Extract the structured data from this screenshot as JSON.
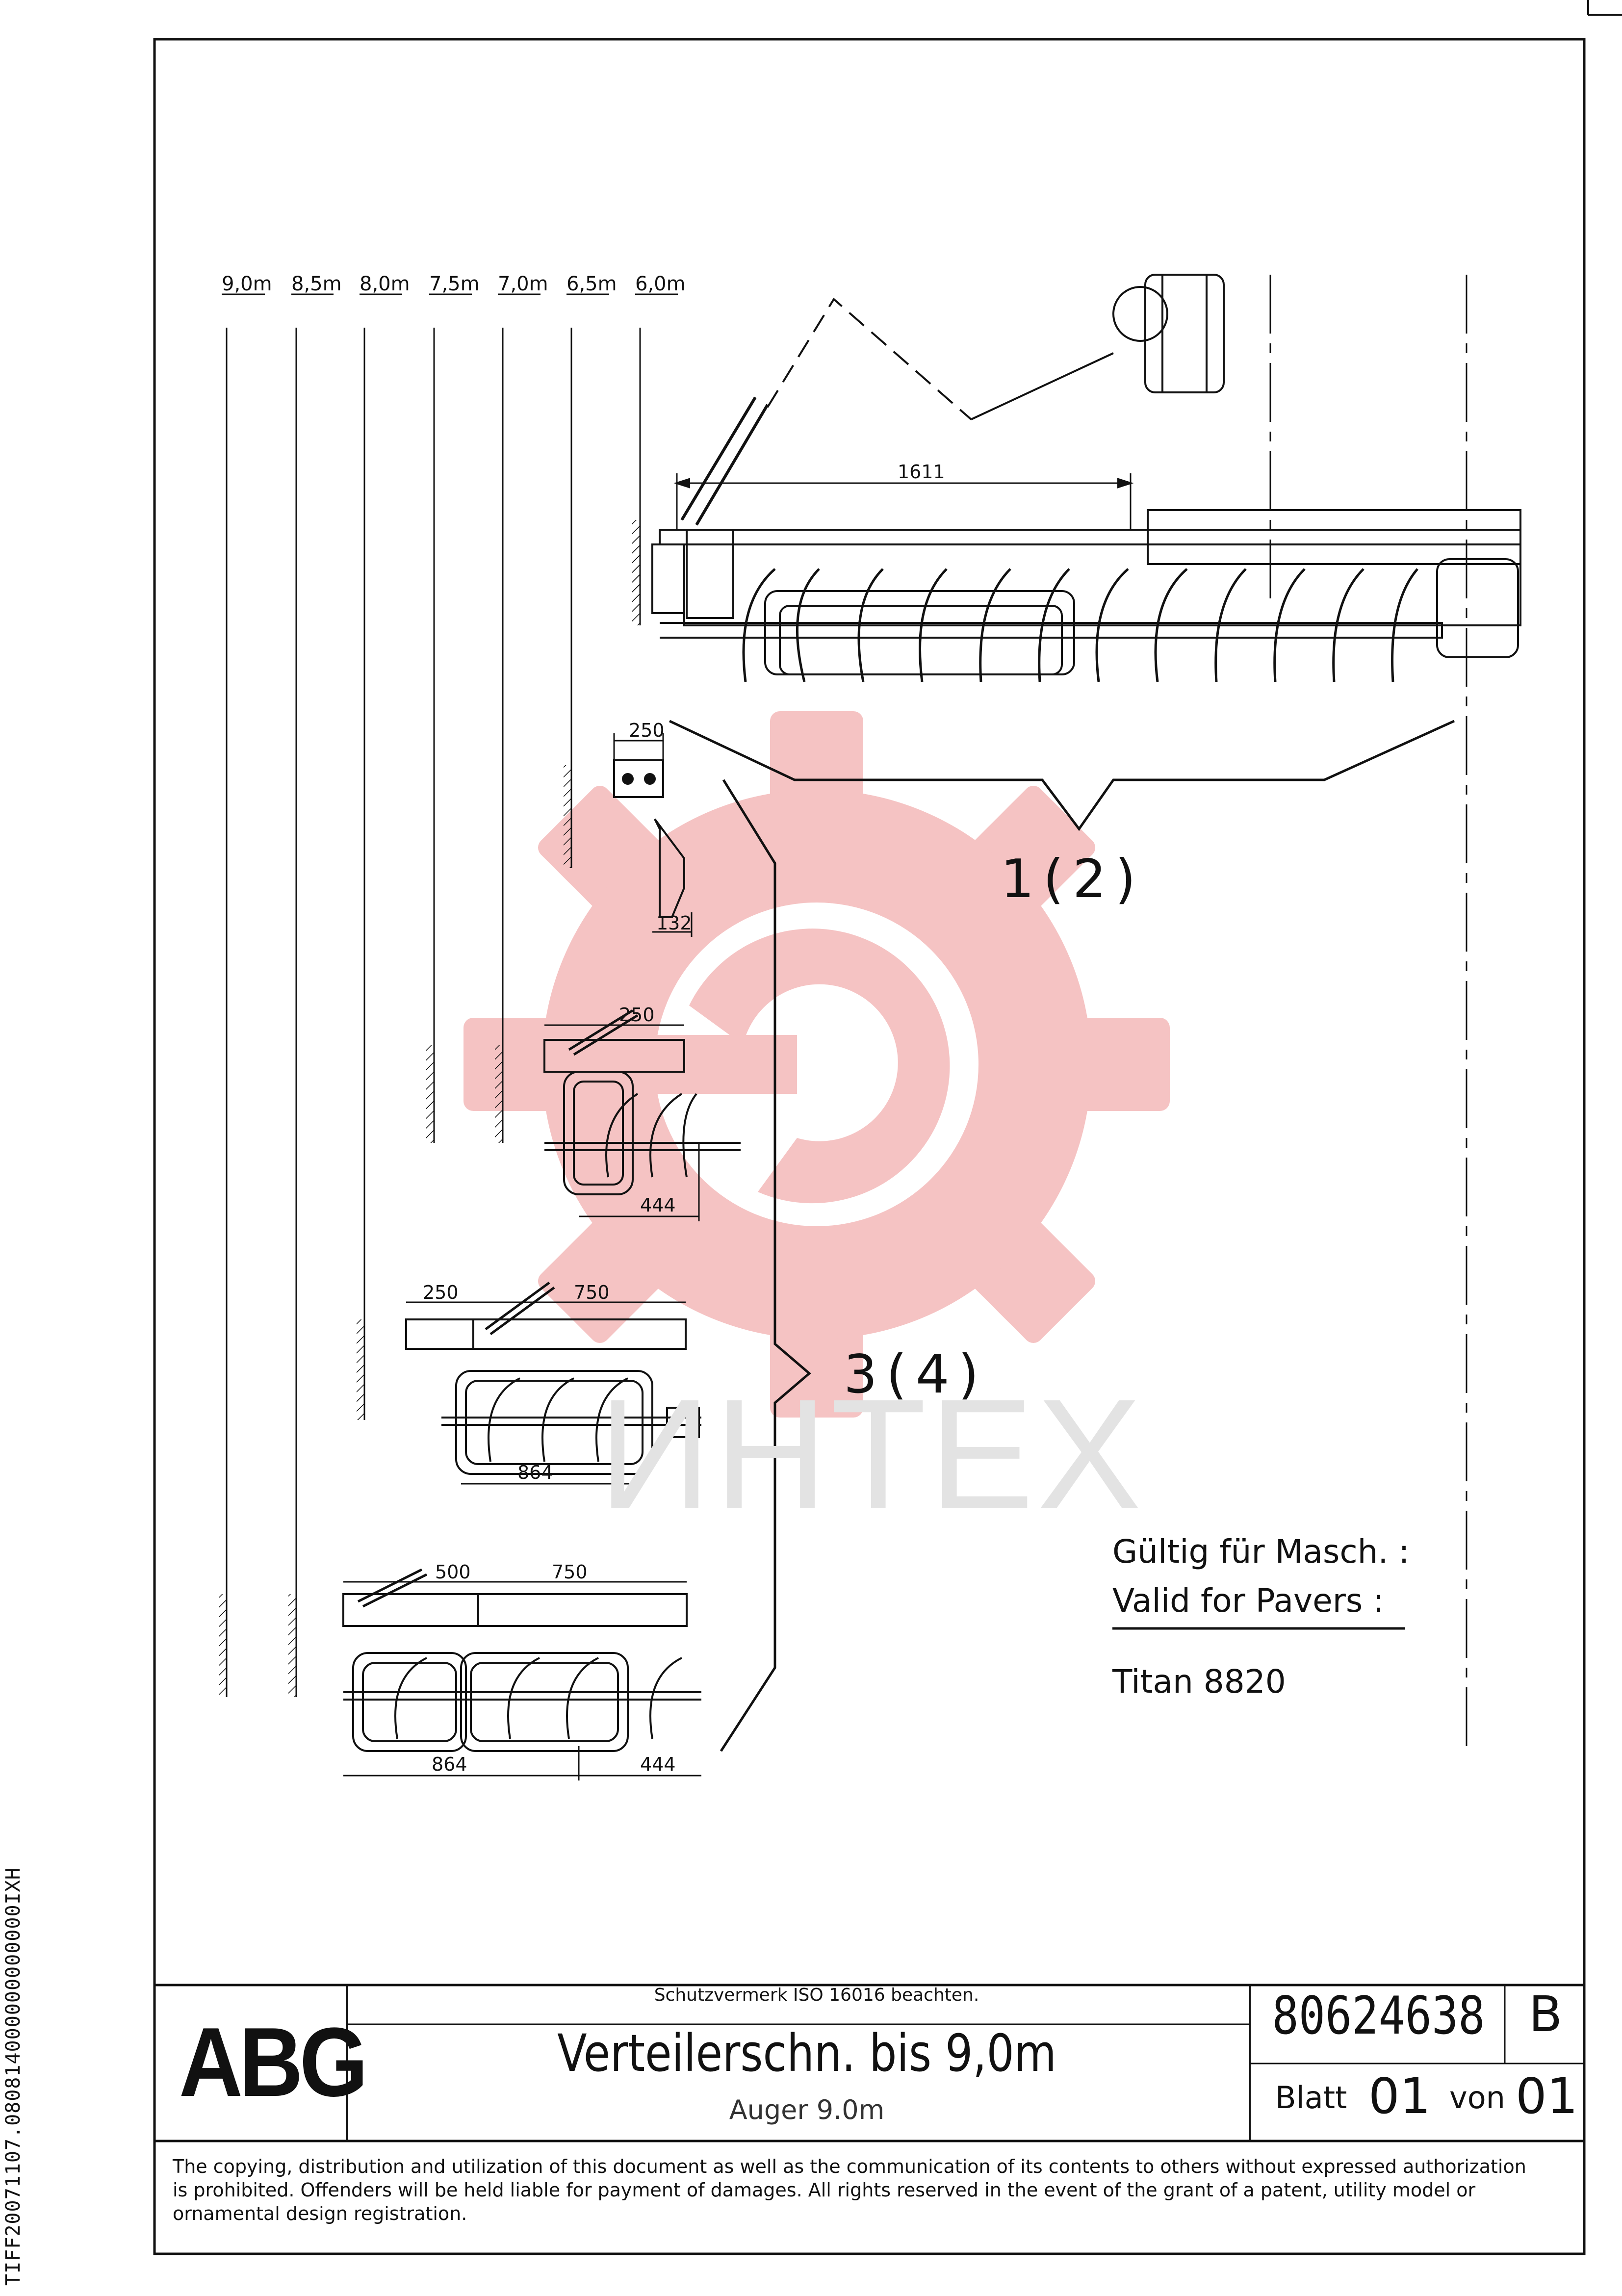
{
  "side_code": "TIFF20071107.080814000000000000IXH",
  "width_marks": [
    "9,0m",
    "8,5m",
    "8,0m",
    "7,5m",
    "7,0m",
    "6,5m",
    "6,0m"
  ],
  "dimensions": {
    "d1611": "1611",
    "d250a": "250",
    "d132": "132",
    "d250b": "250",
    "d444a": "444",
    "d250c": "250",
    "d750a": "750",
    "d864a": "864",
    "d500": "500",
    "d750b": "750",
    "d864b": "864",
    "d444b": "444"
  },
  "callouts": {
    "group1": "1(2)",
    "group2": "3(4)"
  },
  "validity": {
    "line_de": "Gültig für Masch. :",
    "line_en": "Valid for Pavers :",
    "machine": "Titan 8820"
  },
  "watermark": "ИНТЕХ",
  "title_block": {
    "logo": "ABG",
    "protection_notice": "Schutzvermerk ISO 16016 beachten.",
    "title": "Verteilerschn. bis 9,0m",
    "subtitle": "Auger 9.0m",
    "document_number": "80624638",
    "revision": "B",
    "sheet_label": "Blatt",
    "sheet_number": "01",
    "of_label": "von",
    "sheet_total": "01"
  },
  "copyright_lines": [
    "The copying, distribution and utilization of this document as well as the communication of its contents to others without expressed authorization",
    "is prohibited. Offenders will be held liable for payment of damages. All rights reserved in the event of the grant of a patent, utility model or",
    "ornamental design registration."
  ],
  "colors": {
    "ink": "#111111",
    "watermark_red": "#f4b9b9",
    "watermark_text": "#e3e3e3"
  }
}
